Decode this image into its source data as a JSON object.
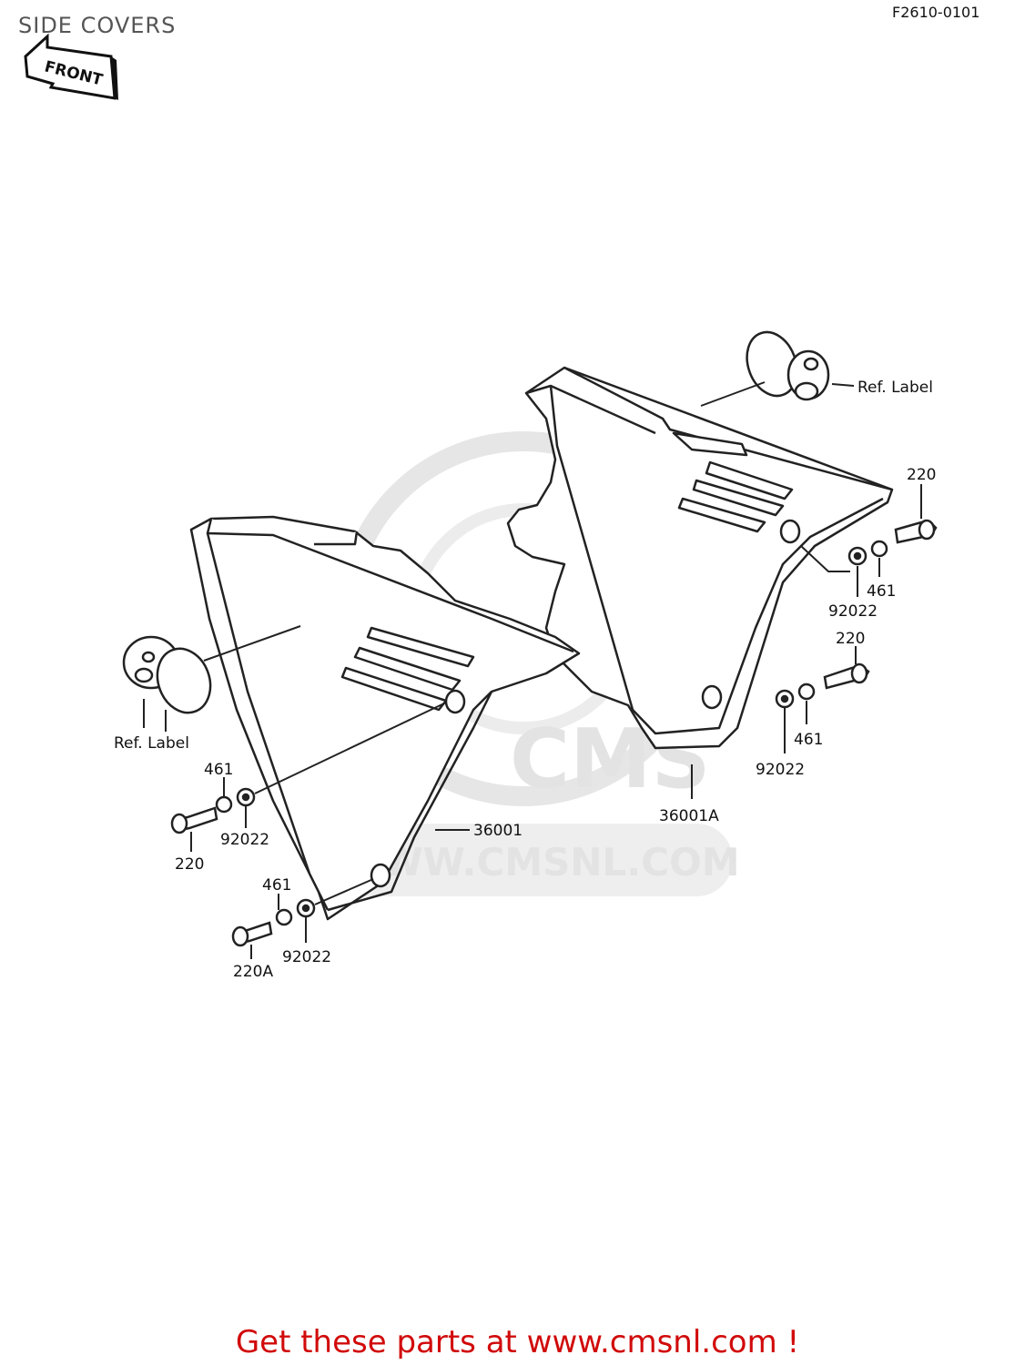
{
  "header": {
    "title": "SIDE COVERS",
    "figure_code": "F2610-0101"
  },
  "front_arrow": {
    "label": "FRONT"
  },
  "watermark": {
    "logo_text": "CMS",
    "url_text": "WWW.CMSNL.COM"
  },
  "callouts": {
    "ref_label_right": "Ref.  Label",
    "ref_label_left": "Ref.  Label",
    "part_36001": "36001",
    "part_36001A": "36001A",
    "part_220_r1": "220",
    "part_461_r1": "461",
    "part_92022_r1": "92022",
    "part_220_r2": "220",
    "part_461_r2": "461",
    "part_92022_r2": "92022",
    "part_461_l1": "461",
    "part_92022_l1": "92022",
    "part_220_l1": "220",
    "part_461_l2": "461",
    "part_92022_l2": "92022",
    "part_220A_l2": "220A"
  },
  "footer": {
    "text": "Get these parts at www.cmsnl.com !",
    "color": "#d10a0a"
  }
}
